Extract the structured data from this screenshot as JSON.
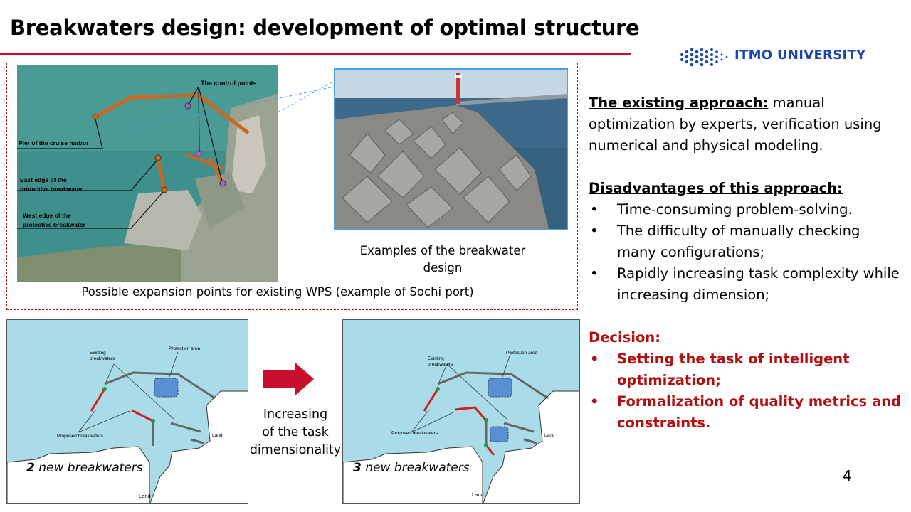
{
  "slide": {
    "title": "Breakwaters design: development of optimal structure",
    "page_number": "4",
    "logo_text": "ITMO UNIVERSITY"
  },
  "aerial": {
    "label_control_points": "The control points",
    "label_pier": "Pier of the cruise harbor",
    "label_east_1": "East edge of the",
    "label_east_2": "protective breakwater",
    "label_west_1": "West edge of the",
    "label_west_2": "protective breakwater",
    "caption": "Possible expansion points for existing WPS (example of Sochi port)"
  },
  "photo": {
    "caption": "Examples of the breakwater design"
  },
  "schemes": {
    "existing_1": "Existing",
    "existing_2": "breakwaters",
    "protection_area": "Protection area",
    "proposed": "Proposed breakwaters",
    "land": "Land",
    "left_count": "2",
    "left_label": " new breakwaters",
    "right_count": "3",
    "right_label": " new breakwaters",
    "increase_1": "Increasing",
    "increase_2": "of the task",
    "increase_3": "dimensionality"
  },
  "right": {
    "existing_heading": "The existing approach:",
    "existing_text": " manual optimization by experts, verification using numerical and physical modeling.",
    "disadvantages_heading": "Disadvantages of this approach:",
    "disadvantages": [
      "Time-consuming problem-solving.",
      "The difficulty of manually checking many configurations;",
      "Rapidly increasing task complexity while increasing dimension;"
    ],
    "decision_heading": "Decision:",
    "decision": [
      "Setting the task of intelligent optimization;",
      "Formalization of quality metrics and constraints."
    ]
  },
  "colors": {
    "accent_red": "#c8102e",
    "decision_red": "#b01010",
    "logo_blue": "#1b46ac",
    "photo_border": "#4aa3e0",
    "sea": "#a9dbe9"
  }
}
